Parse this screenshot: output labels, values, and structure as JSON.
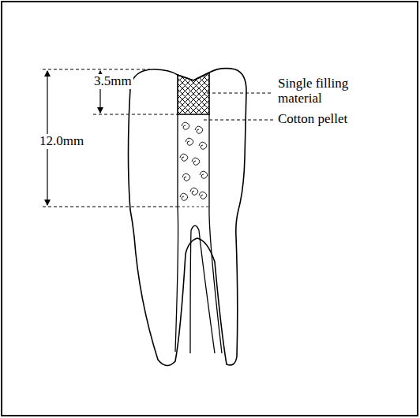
{
  "diagram": {
    "labels": [
      "3.5mm",
      "12.0mm",
      "Single filling material",
      "Cotton pellet"
    ]
  }
}
